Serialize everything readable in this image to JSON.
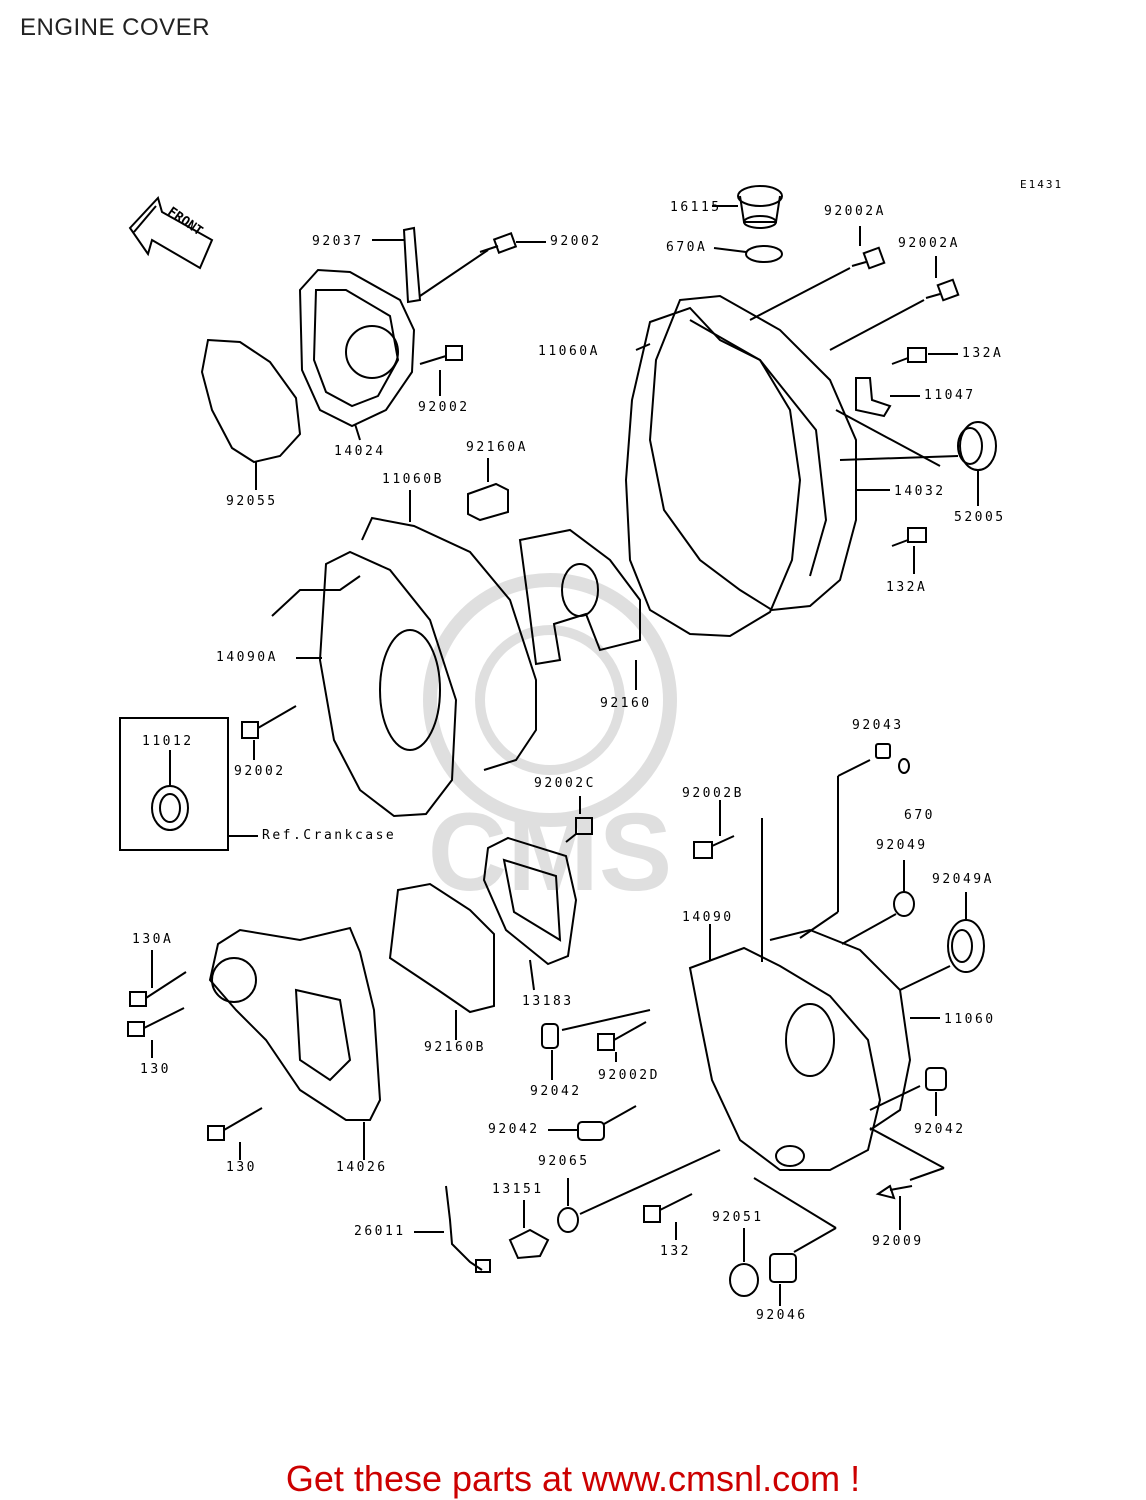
{
  "title": "ENGINE COVER",
  "diagram_code": "E1431",
  "front_label": "FRONT",
  "ref_label": "Ref.Crankcase",
  "watermark_text": "CMS",
  "cta": "Get these parts at www.cmsnl.com !",
  "parts": [
    {
      "id": "p16115",
      "text": "16115"
    },
    {
      "id": "p92002A_1",
      "text": "92002A"
    },
    {
      "id": "p92002A_2",
      "text": "92002A"
    },
    {
      "id": "p670A",
      "text": "670A"
    },
    {
      "id": "p92037",
      "text": "92037"
    },
    {
      "id": "p92002_1",
      "text": "92002"
    },
    {
      "id": "p11060A",
      "text": "11060A"
    },
    {
      "id": "p132A_1",
      "text": "132A"
    },
    {
      "id": "p11047",
      "text": "11047"
    },
    {
      "id": "p92002_2",
      "text": "92002"
    },
    {
      "id": "p14024",
      "text": "14024"
    },
    {
      "id": "p92160A",
      "text": "92160A"
    },
    {
      "id": "p14032",
      "text": "14032"
    },
    {
      "id": "p52005",
      "text": "52005"
    },
    {
      "id": "p92055",
      "text": "92055"
    },
    {
      "id": "p11060B",
      "text": "11060B"
    },
    {
      "id": "p132A_2",
      "text": "132A"
    },
    {
      "id": "p14090A",
      "text": "14090A"
    },
    {
      "id": "p92160",
      "text": "92160"
    },
    {
      "id": "p11012",
      "text": "11012"
    },
    {
      "id": "p92002_3",
      "text": "92002"
    },
    {
      "id": "p92043",
      "text": "92043"
    },
    {
      "id": "p670",
      "text": "670"
    },
    {
      "id": "p92002C",
      "text": "92002C"
    },
    {
      "id": "p92002B",
      "text": "92002B"
    },
    {
      "id": "p92049",
      "text": "92049"
    },
    {
      "id": "p92049A",
      "text": "92049A"
    },
    {
      "id": "p14090",
      "text": "14090"
    },
    {
      "id": "p130A",
      "text": "130A"
    },
    {
      "id": "p13183",
      "text": "13183"
    },
    {
      "id": "p11060",
      "text": "11060"
    },
    {
      "id": "p130_1",
      "text": "130"
    },
    {
      "id": "p92160B",
      "text": "92160B"
    },
    {
      "id": "p92042_1",
      "text": "92042"
    },
    {
      "id": "p92002D",
      "text": "92002D"
    },
    {
      "id": "p92042_2",
      "text": "92042"
    },
    {
      "id": "p92042_3",
      "text": "92042"
    },
    {
      "id": "p130_2",
      "text": "130"
    },
    {
      "id": "p14026",
      "text": "14026"
    },
    {
      "id": "p92065",
      "text": "92065"
    },
    {
      "id": "p13151",
      "text": "13151"
    },
    {
      "id": "p26011",
      "text": "26011"
    },
    {
      "id": "p92051",
      "text": "92051"
    },
    {
      "id": "p132",
      "text": "132"
    },
    {
      "id": "p92009",
      "text": "92009"
    },
    {
      "id": "p92046",
      "text": "92046"
    }
  ]
}
